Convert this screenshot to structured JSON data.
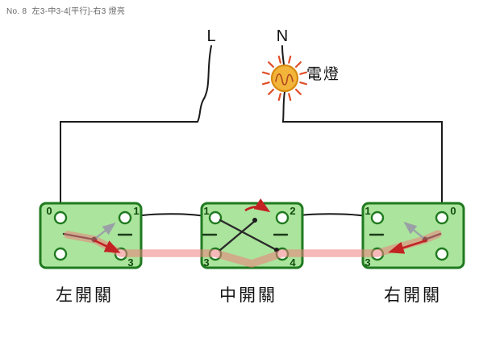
{
  "title": "No. 8  左3-中3-4[平行]-右3 燈亮",
  "power": {
    "line_l": "L",
    "line_n": "N"
  },
  "lamp": {
    "label": "電燈"
  },
  "switches": {
    "left": {
      "label": "左開關",
      "terminals": {
        "tl": "0",
        "tr": "1",
        "br": "3"
      }
    },
    "middle": {
      "label": "中開關",
      "terminals": {
        "tl": "1",
        "tr": "2",
        "bl": "3",
        "br": "4"
      }
    },
    "right": {
      "label": "右開關",
      "terminals": {
        "tl": "1",
        "tr": "0",
        "bl": "3"
      }
    }
  },
  "colors": {
    "box_fill": "#abe49c",
    "box_stroke": "#1f7a1f",
    "terminal_fill": "#ffffff",
    "wire": "#1a1a1a",
    "current_path": "#ee7d7d",
    "arrow_red": "#c22222",
    "arrow_gray": "#9aa0a6",
    "bulb_fill": "#f2b53a",
    "bulb_stroke": "#d8890f",
    "bulb_rays": "#e04f28",
    "label_text": "#111111",
    "terminal_text": "#0e4d0e",
    "title_text": "#666666"
  }
}
